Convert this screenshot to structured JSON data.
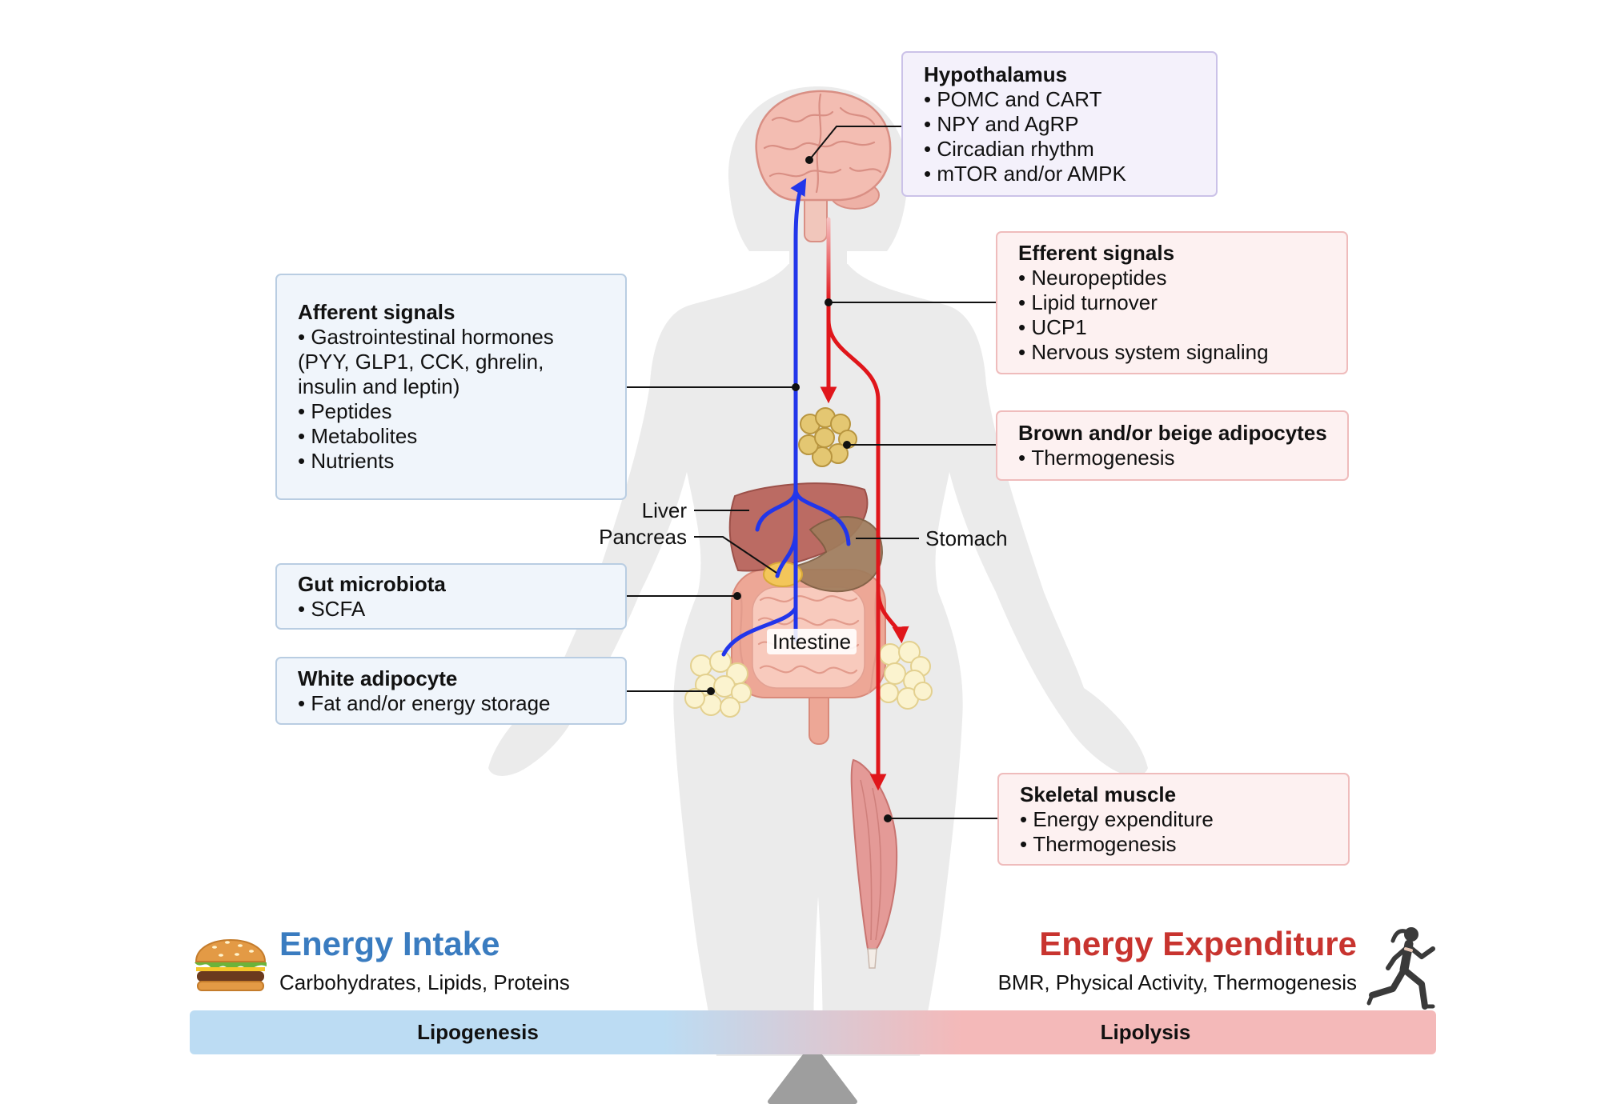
{
  "hypothalamus": {
    "title": "Hypothalamus",
    "items": [
      "POMC and CART",
      "NPY and AgRP",
      "Circadian rhythm",
      "mTOR and/or AMPK"
    ]
  },
  "efferent": {
    "title": "Efferent signals",
    "items": [
      "Neuropeptides",
      "Lipid turnover",
      "UCP1",
      "Nervous system signaling"
    ]
  },
  "afferent": {
    "title": "Afferent signals",
    "items": [
      "Gastrointestinal hormones",
      "Peptides",
      "Metabolites",
      "Nutrients"
    ],
    "hormones_detail": [
      "(PYY, GLP1, CCK, ghrelin,",
      "insulin and leptin)"
    ]
  },
  "brown_adipocytes": {
    "title": "Brown and/or beige adipocytes",
    "items": [
      "Thermogenesis"
    ]
  },
  "gut_microbiota": {
    "title": "Gut microbiota",
    "items": [
      "SCFA"
    ]
  },
  "white_adipocyte": {
    "title": "White adipocyte",
    "items": [
      "Fat and/or energy storage"
    ]
  },
  "skeletal_muscle": {
    "title": "Skeletal muscle",
    "items": [
      "Energy expenditure",
      "Thermogenesis"
    ]
  },
  "organ_labels": {
    "liver": "Liver",
    "pancreas": "Pancreas",
    "stomach": "Stomach",
    "intestine": "Intestine"
  },
  "energy_intake": {
    "title": "Energy Intake",
    "subtitle": "Carbohydrates, Lipids, Proteins",
    "icon": "burger-icon"
  },
  "energy_expenditure": {
    "title": "Energy Expenditure",
    "subtitle": "BMR, Physical Activity, Thermogenesis",
    "icon": "runner-icon"
  },
  "balance": {
    "left_label": "Lipogenesis",
    "right_label": "Lipolysis",
    "icon": "fulcrum-triangle-icon"
  },
  "colors": {
    "afferent_arrow": "#2236ea",
    "efferent_arrow": "#e0161b",
    "energy_intake": "#3a7cc0",
    "energy_expenditure": "#c8342f",
    "balance_left": "#bcdcf3",
    "balance_right": "#f4b9b9",
    "body_silhouette": "#ebebeb"
  }
}
